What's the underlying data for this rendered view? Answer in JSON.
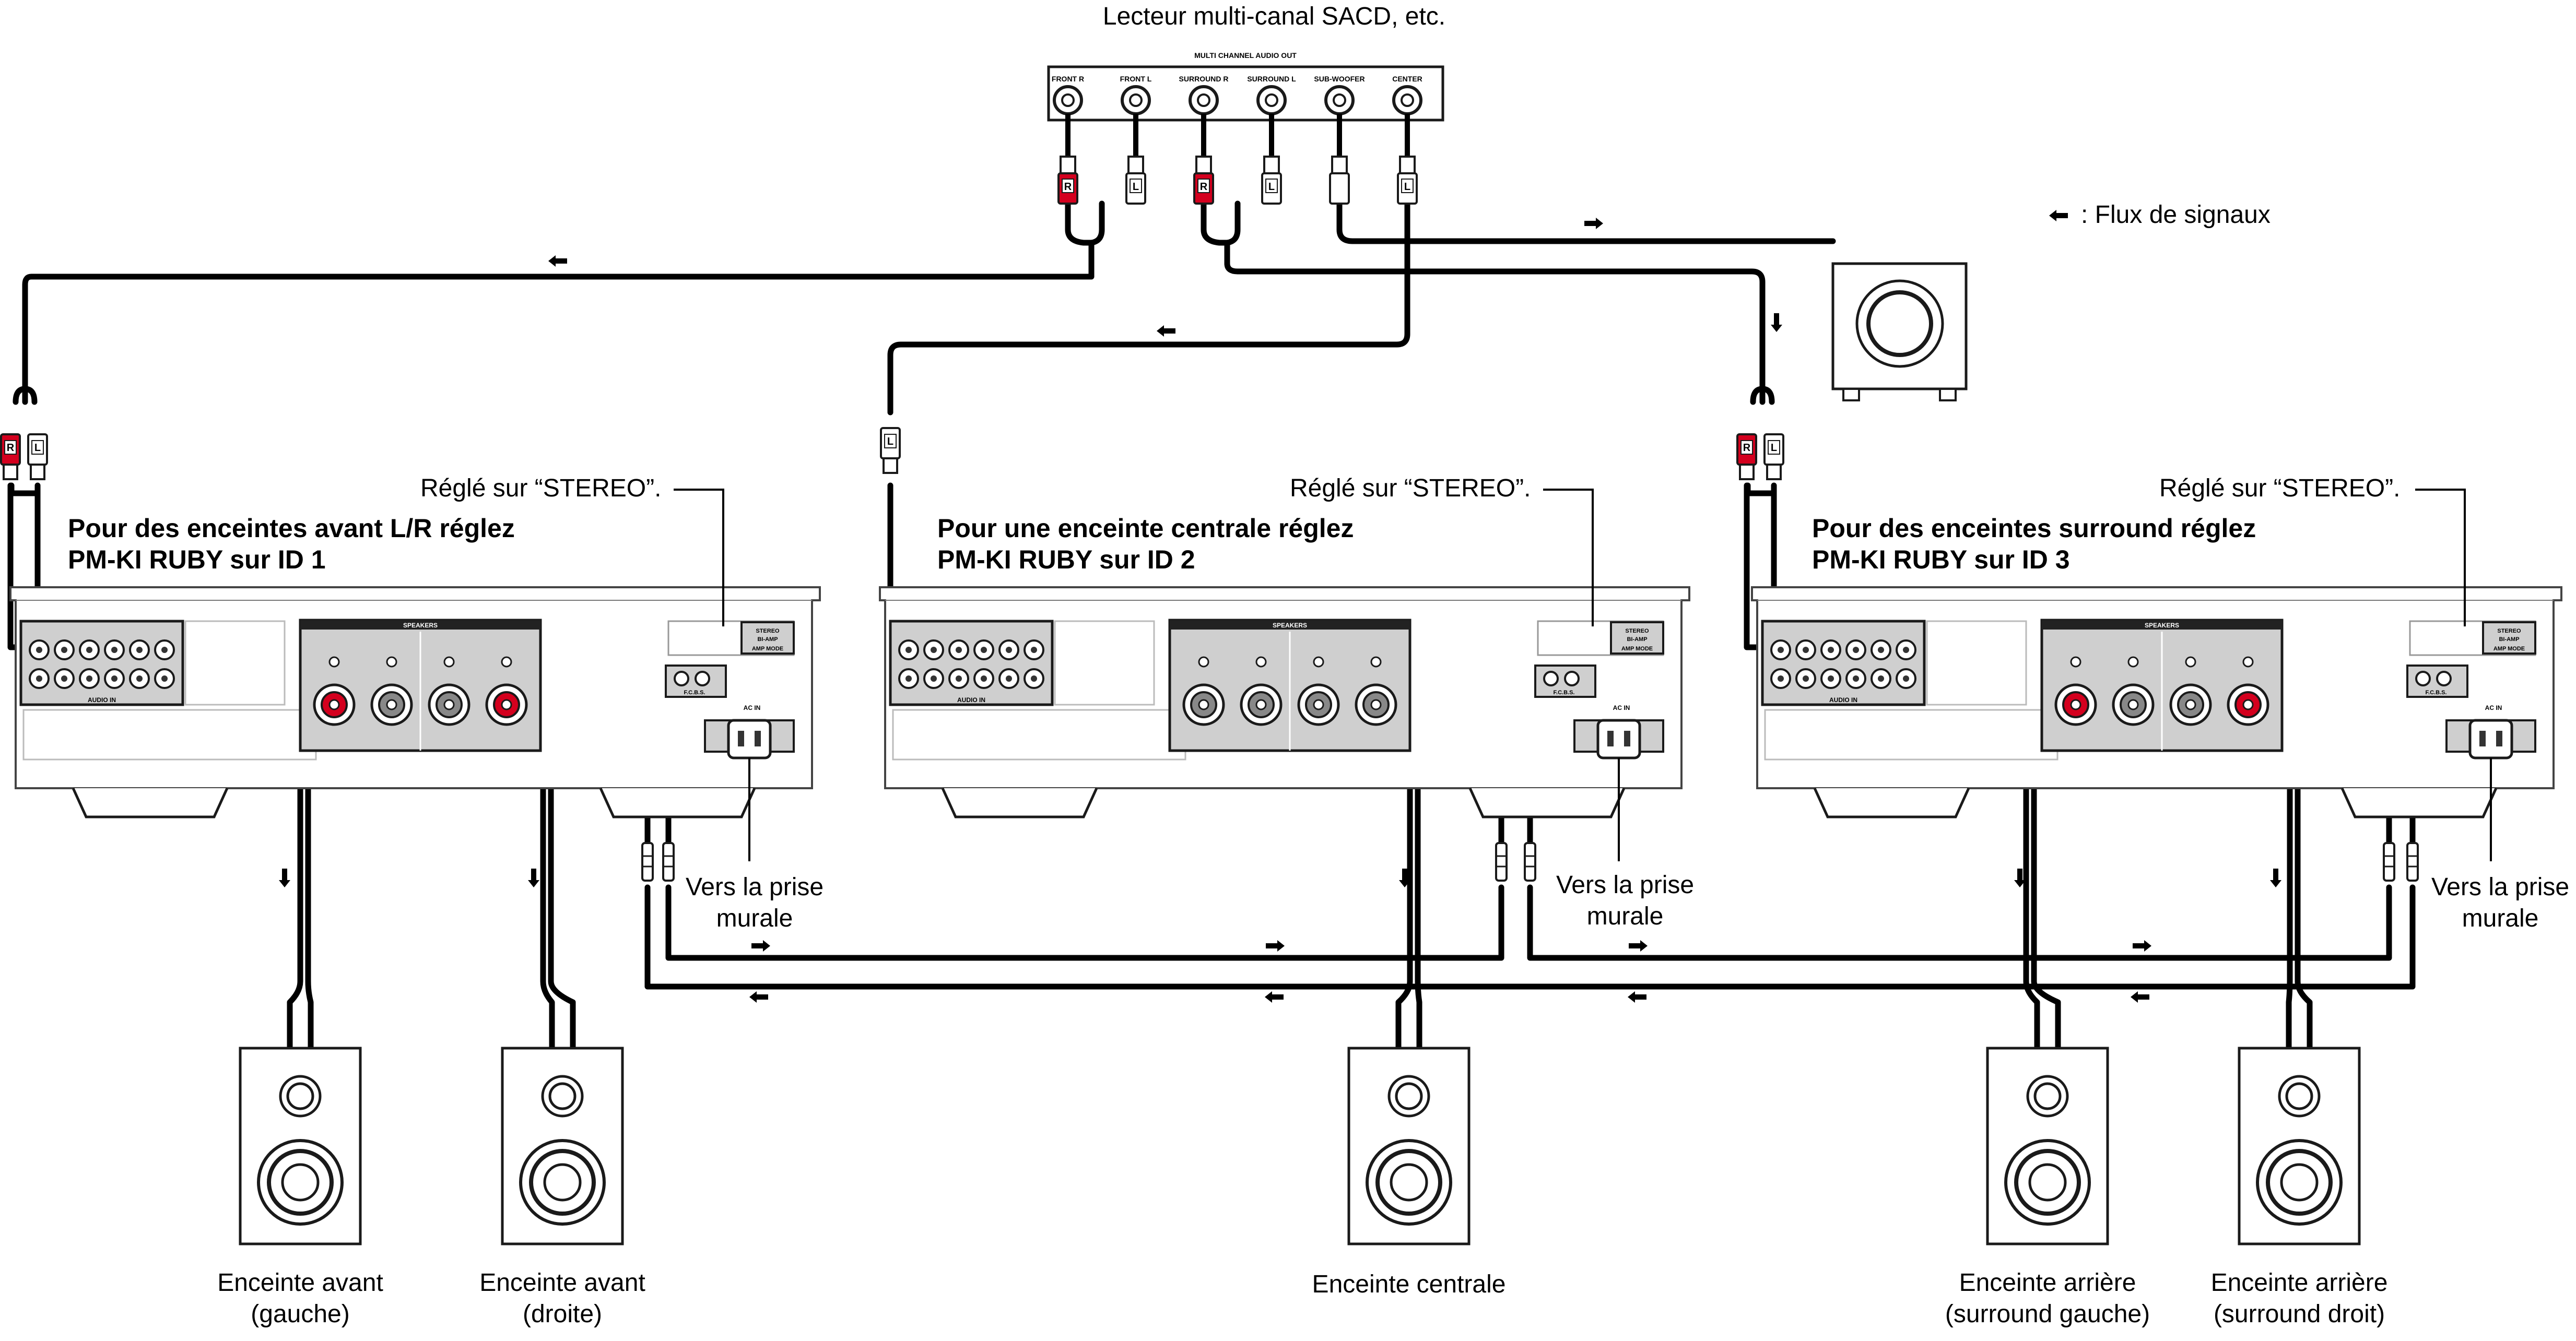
{
  "source": {
    "title": "Lecteur multi-canal SACD, etc.",
    "panel_title": "MULTI CHANNEL AUDIO OUT",
    "jacks": [
      "FRONT R",
      "FRONT L",
      "SURROUND R",
      "SURROUND L",
      "SUB-WOOFER",
      "CENTER"
    ],
    "plug_letters": [
      "R",
      "L",
      "R",
      "L",
      "",
      "L"
    ]
  },
  "legend": {
    "text": ": Flux de signaux"
  },
  "units": [
    {
      "setting": "Réglé sur “STEREO”.",
      "line1": "Pour des enceintes avant L/R réglez",
      "line2": "PM-KI RUBY sur ID 1",
      "plug_letters": [
        "R",
        "L"
      ]
    },
    {
      "setting": "Réglé sur “STEREO”.",
      "line1": "Pour une enceinte centrale réglez",
      "line2": "PM-KI RUBY sur ID 2",
      "plug_letters": [
        "L"
      ]
    },
    {
      "setting": "Réglé sur “STEREO”.",
      "line1": "Pour des enceintes surround réglez",
      "line2": "PM-KI RUBY sur ID 3",
      "plug_letters": [
        "R",
        "L"
      ]
    }
  ],
  "panel_text": {
    "speakers": "SPEAKERS",
    "audio_in": "AUDIO IN",
    "fcbs": "F.C.B.S.",
    "ac_in": "AC IN",
    "amp_mode": "AMP MODE",
    "stereo": "STEREO",
    "bi_amp": "BI-AMP"
  },
  "wall": {
    "line1": "Vers la prise",
    "line2": "murale"
  },
  "speakers": [
    {
      "line1": "Enceinte avant",
      "line2": "(gauche)"
    },
    {
      "line1": "Enceinte avant",
      "line2": "(droite)"
    },
    {
      "line1": "Enceinte centrale",
      "line2": ""
    },
    {
      "line1": "Enceinte arrière",
      "line2": "(surround gauche)"
    },
    {
      "line1": "Enceinte arrière",
      "line2": "(surround droit)"
    }
  ],
  "colors": {
    "plug_red": "#d4001e",
    "cable": "#000000",
    "panel_gray": "#cfcfcf",
    "outline": "#1a1a1a"
  }
}
